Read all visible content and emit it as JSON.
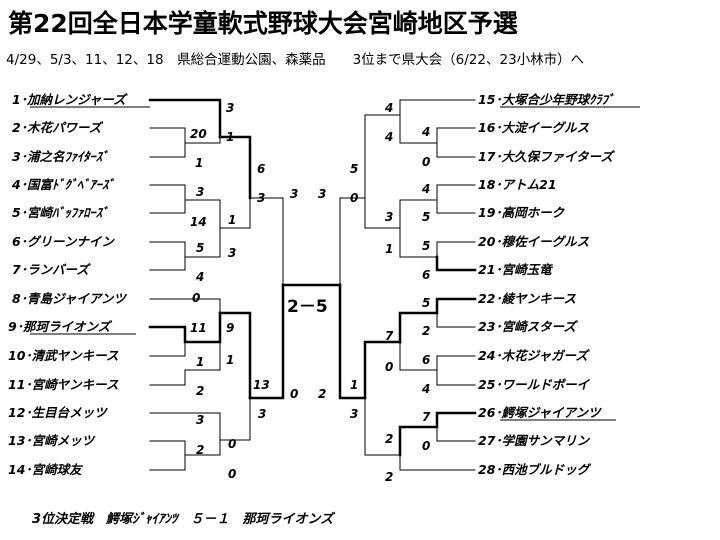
{
  "title": "第22回全日本学童軟式野球大会宮崎地区予選",
  "subtitle": "4/29、5/3、11、12、18　県総合運動公園、森薬品　　3位まで県大会（6/22、23小林市）へ",
  "left_teams": [
    "1･加納レンジャーズ",
    "2･木花パワーズ",
    "3･浦之名ﾌｧｲﾀｰｽﾞ",
    "4･国富ﾄﾞｸﾞﾍﾞｱｰｽﾞ",
    "5･宮崎ﾊﾞｯﾌｧﾛｰｽﾞ",
    "6･グリーンナイン",
    "7･ランバーズ",
    "8･青島ジャイアンツ",
    "9･那珂ライオンズ",
    "10･清武ヤンキース",
    "11･宮崎ヤンキース",
    "12･生目台メッツ",
    "13･宮崎メッツ",
    "14･宮崎球友"
  ],
  "right_teams": [
    "15･大塚合少年野球ｸﾗﾌﾞ",
    "16･大淀イーグルス",
    "17･大久保ファイターズ",
    "18･アトム21",
    "19･高岡ホーク",
    "20･穆佐イーグルス",
    "21･宮崎玉竜",
    "22･綾ヤンキース",
    "23･宮崎スターズ",
    "24･木花ジャガーズ",
    "25･ワールドボーイ",
    "26･鰐塚ジャイアンツ",
    "27･学園サンマリン",
    "28･西池ブルドッグ"
  ],
  "final_score": "2－5",
  "scores": {
    "L1_a": "20",
    "L1_b": "1",
    "L1b_a": "5",
    "L1b_b": "4",
    "L1c_a": "1",
    "L1c_b": "2",
    "L1d_a": "3",
    "L1d_b": "2",
    "L2_a": "3",
    "L2_b": "1",
    "L2b_a": "3",
    "L2b_b": "14",
    "L2c_a": "1",
    "L2c_b": "3",
    "L2d_a": "0",
    "L2d_b": "11",
    "L2e_a": "9",
    "L2e_b": "1",
    "L2f_a": "0",
    "L2f_b": "0",
    "L3_a": "6",
    "L3_b": "3",
    "L3b_a": "13",
    "L3b_b": "3",
    "L4_a": "3",
    "L4_b": "0",
    "R1_a": "4",
    "R1_b": "0",
    "R1b_a": "4",
    "R1b_b": "5",
    "R1c_a": "5",
    "R1c_b": "6",
    "R1d_a": "5",
    "R1d_b": "2",
    "R1e_a": "6",
    "R1e_b": "4",
    "R1f_a": "7",
    "R1f_b": "0",
    "R2_a": "4",
    "R2_b": "4",
    "R2b_a": "3",
    "R2b_b": "1",
    "R2c_a": "7",
    "R2c_b": "0",
    "R2d_a": "2",
    "R2d_b": "2",
    "R3_a": "5",
    "R3_b": "0",
    "R3b_a": "1",
    "R3b_b": "3",
    "R4_a": "3",
    "R4_b": "2"
  },
  "third_place": "3位決定戦　鰐塚ｼﾞｬｲｱﾝﾂ　５－１　那珂ライオンズ"
}
